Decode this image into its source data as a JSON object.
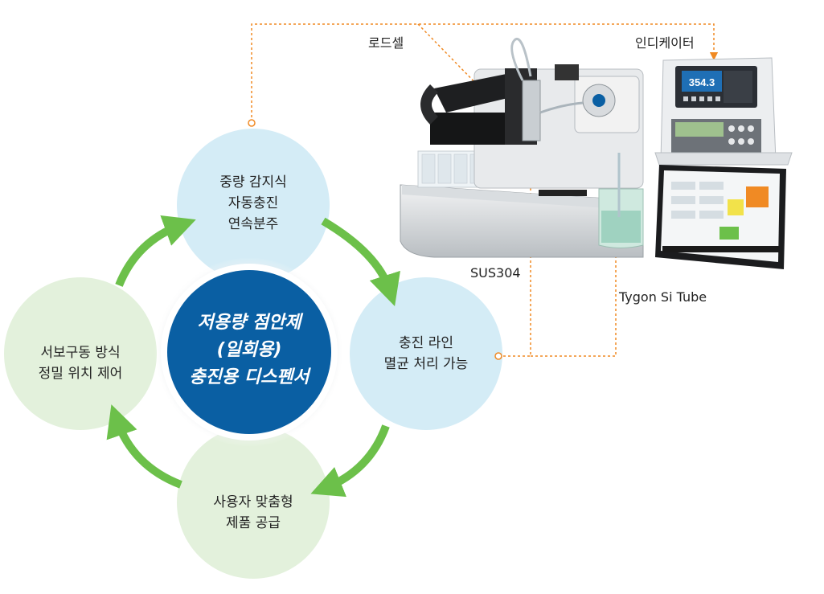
{
  "center": {
    "lines": [
      "저용량 점안제",
      "(일회용)",
      "충진용 디스펜서"
    ]
  },
  "features": {
    "top": [
      "중량 감지식",
      "자동충진",
      "연속분주"
    ],
    "right": [
      "충진 라인",
      "멸균 처리 가능"
    ],
    "bottom": [
      "사용자 맞춤형",
      "제품 공급"
    ],
    "left": [
      "서보구동 방식",
      "정밀 위치 제어"
    ]
  },
  "callouts": {
    "load_cell": "로드셀",
    "indicator": "인디케이터",
    "sus304": "SUS304",
    "tygon": "Tygon Si Tube"
  },
  "indicator_display": "354.3",
  "colors": {
    "center_circle": "#0a5fa3",
    "light_blue": "#d4ecf6",
    "light_green": "#e3f1dc",
    "arrow_green": "#6cc04a",
    "leader_orange": "#f08a24"
  }
}
